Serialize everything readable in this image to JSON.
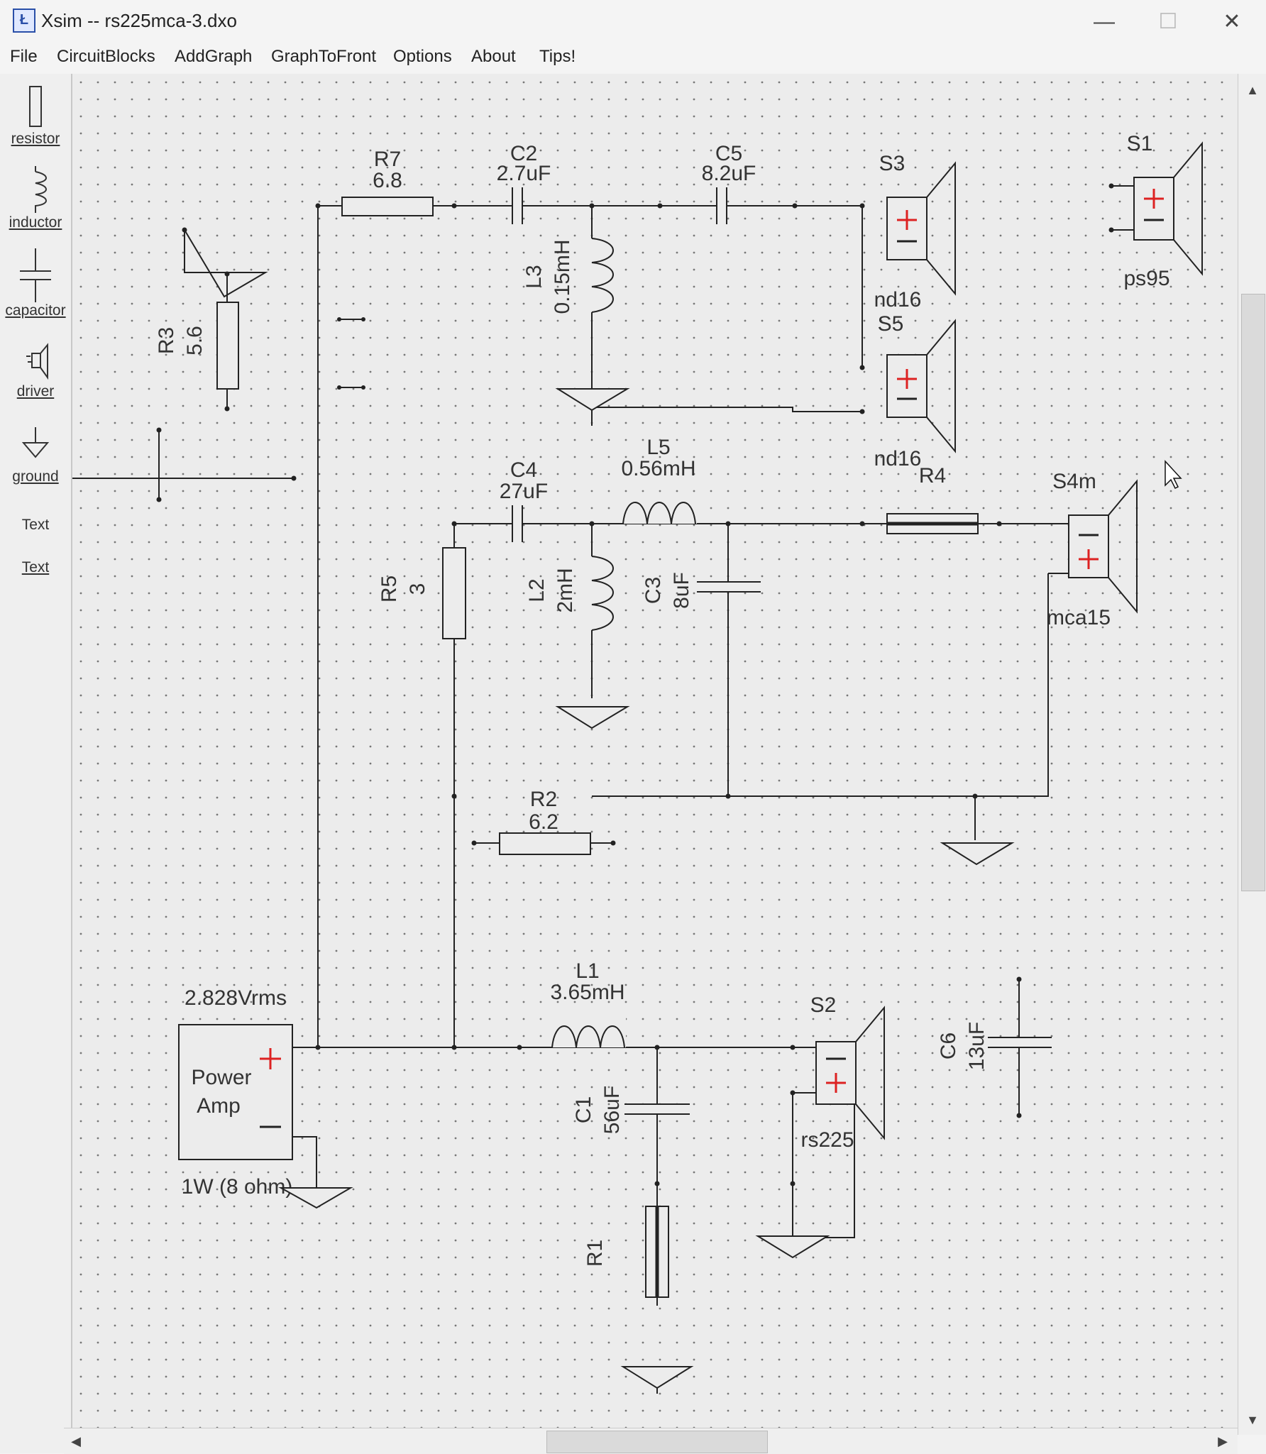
{
  "window": {
    "title": "Xsim -- rs225mca-3.dxo",
    "icon": "app-icon",
    "minimize": "—",
    "maximize": "☐",
    "close": "✕"
  },
  "menu": [
    "File",
    "CircuitBlocks",
    "AddGraph",
    "GraphToFront",
    "Options",
    "About",
    "Tips!"
  ],
  "toolbox": [
    {
      "label": "resistor",
      "icon": "resistor-icon"
    },
    {
      "label": "inductor",
      "icon": "inductor-icon"
    },
    {
      "label": "capacitor",
      "icon": "capacitor-icon"
    },
    {
      "label": "driver",
      "icon": "driver-icon"
    },
    {
      "label": "ground",
      "icon": "ground-icon"
    },
    {
      "label": "Text",
      "icon": ""
    },
    {
      "label": "Text",
      "icon": ""
    }
  ],
  "schematic": {
    "R7": {
      "name": "R7",
      "value": "6.8"
    },
    "C2": {
      "name": "C2",
      "value": "2.7uF"
    },
    "C5": {
      "name": "C5",
      "value": "8.2uF"
    },
    "S3": {
      "name": "S3",
      "model": "nd16"
    },
    "S1": {
      "name": "S1",
      "model": "ps95"
    },
    "S5": {
      "name": "S5",
      "model": "nd16"
    },
    "L3": {
      "name": "L3",
      "value": "0.15mH"
    },
    "R3": {
      "name": "R3",
      "value": "5.6"
    },
    "L5": {
      "name": "L5",
      "value": "0.56mH"
    },
    "C4": {
      "name": "C4",
      "value": "27uF"
    },
    "R4": {
      "name": "R4"
    },
    "S4": {
      "name": "S4m",
      "model": "mca15"
    },
    "R5": {
      "name": "R5",
      "value": "3"
    },
    "L2": {
      "name": "L2",
      "value": "2mH"
    },
    "C3": {
      "name": "C3",
      "value": "8uF"
    },
    "R2": {
      "name": "R2",
      "value": "6.2"
    },
    "L1": {
      "name": "L1",
      "value": "3.65mH"
    },
    "S2": {
      "name": "S2",
      "model": "rs225"
    },
    "C6": {
      "name": "C6",
      "value": "13uF"
    },
    "C1": {
      "name": "C1",
      "value": "56uF"
    },
    "R1": {
      "name": "R1"
    },
    "amp": {
      "voltage": "2.828Vrms",
      "line1": "Power",
      "line2": "Amp",
      "rating": "1W (8 ohm)"
    }
  }
}
